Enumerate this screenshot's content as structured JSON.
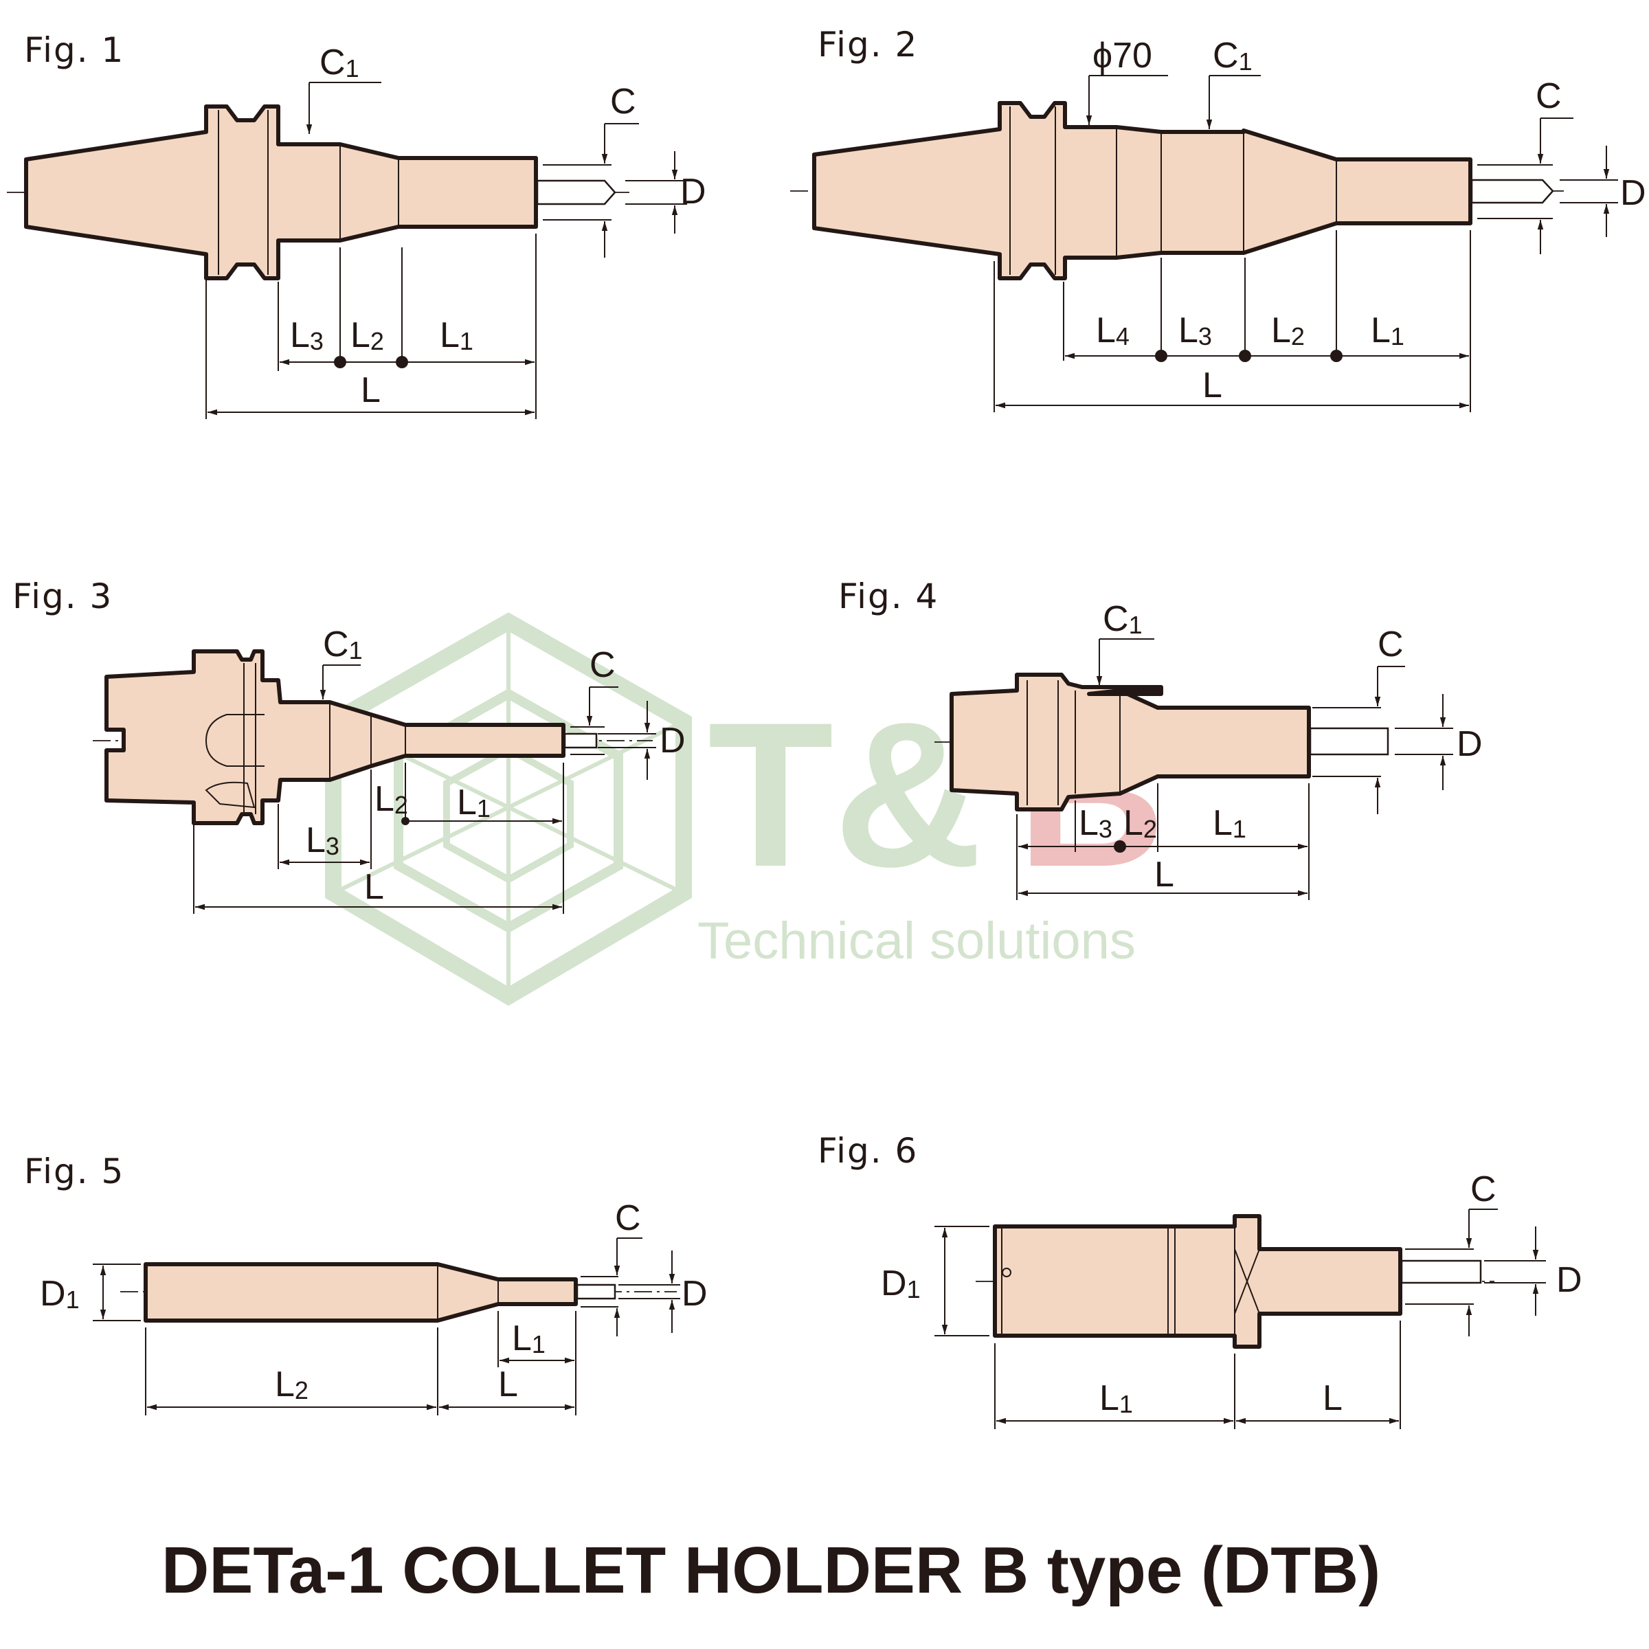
{
  "figures": [
    {
      "label": "Fig. 1"
    },
    {
      "label": "Fig. 2"
    },
    {
      "label": "Fig. 3"
    },
    {
      "label": "Fig. 4"
    },
    {
      "label": "Fig. 5"
    },
    {
      "label": "Fig. 6"
    }
  ],
  "dims": {
    "C": "C",
    "C1_main": "C",
    "C1_sub": "1",
    "D": "D",
    "D1_main": "D",
    "D1_sub": "1",
    "L": "L",
    "L_main": "L",
    "sub1": "1",
    "sub2": "2",
    "sub3": "3",
    "sub4": "4",
    "phi70": "ϕ70"
  },
  "watermark": {
    "logo_text": "T&B",
    "tagline": "Technical solutions",
    "colors": {
      "green": "#cfe0c8",
      "red": "#e8a0a0"
    }
  },
  "title": "DETa-1 COLLET HOLDER B type (DTB)",
  "colors": {
    "part_fill": "#f3d7c2",
    "line": "#231815"
  }
}
